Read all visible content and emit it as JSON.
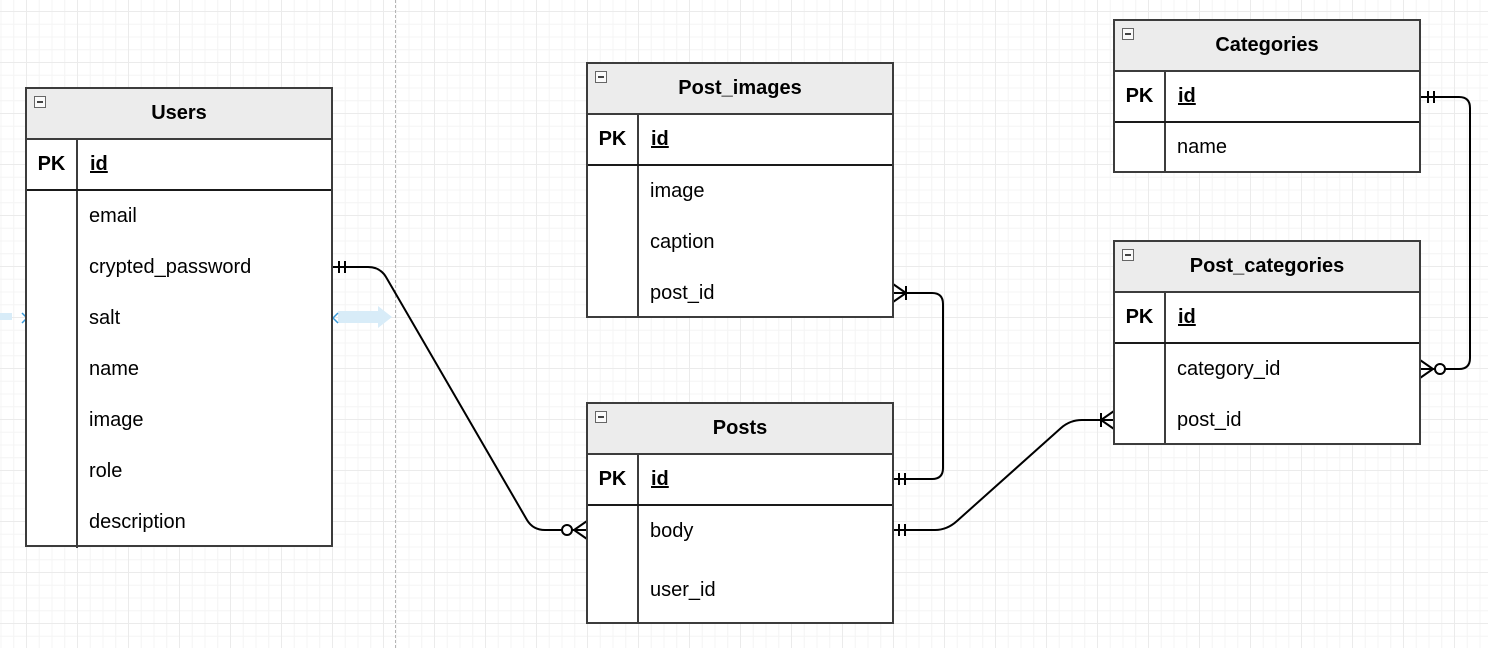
{
  "tables": {
    "users": {
      "name": "Users",
      "pk_label": "PK",
      "pk_field": "id",
      "fields": [
        "email",
        "crypted_password",
        "salt",
        "name",
        "image",
        "role",
        "description"
      ]
    },
    "post_images": {
      "name": "Post_images",
      "pk_label": "PK",
      "pk_field": "id",
      "fields": [
        "image",
        "caption",
        "post_id"
      ]
    },
    "posts": {
      "name": "Posts",
      "pk_label": "PK",
      "pk_field": "id",
      "fields": [
        "body",
        "user_id"
      ]
    },
    "categories": {
      "name": "Categories",
      "pk_label": "PK",
      "pk_field": "id",
      "fields": [
        "name"
      ]
    },
    "post_categories": {
      "name": "Post_categories",
      "pk_label": "PK",
      "pk_field": "id",
      "fields": [
        "category_id",
        "post_id"
      ]
    }
  },
  "relationships": [
    {
      "from": "Users.crypted_password",
      "from_cardinality": "one-and-only-one",
      "to": "Posts.body",
      "to_cardinality": "zero-or-many"
    },
    {
      "from": "Posts.id",
      "from_cardinality": "one-and-only-one",
      "to": "Post_images.post_id",
      "to_cardinality": "one-or-many"
    },
    {
      "from": "Posts.body",
      "from_cardinality": "one-and-only-one",
      "to": "Post_categories.post_id",
      "to_cardinality": "one-or-many"
    },
    {
      "from": "Categories.id",
      "from_cardinality": "one-and-only-one",
      "to": "Post_categories.category_id",
      "to_cardinality": "zero-or-many"
    }
  ],
  "colors": {
    "border": "#3c3c3c",
    "header_bg": "#ececec",
    "line": "#000000",
    "selection_hint": "#3a9ad9"
  }
}
